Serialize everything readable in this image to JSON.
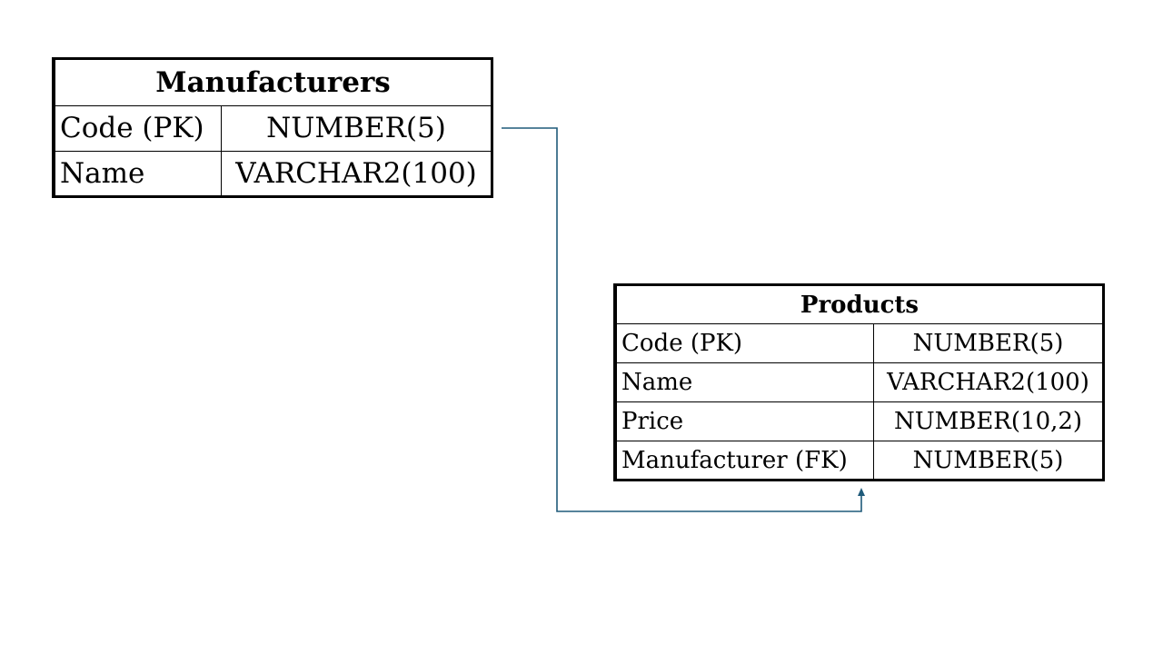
{
  "diagram": {
    "connector_color": "#1f5a7a",
    "tables": [
      {
        "name": "Manufacturers",
        "columns": [
          {
            "name": "Code (PK)",
            "type": "NUMBER(5)"
          },
          {
            "name": "Name",
            "type": "VARCHAR2(100)"
          }
        ]
      },
      {
        "name": "Products",
        "columns": [
          {
            "name": "Code (PK)",
            "type": "NUMBER(5)"
          },
          {
            "name": "Name",
            "type": "VARCHAR2(100)"
          },
          {
            "name": "Price",
            "type": "NUMBER(10,2)"
          },
          {
            "name": "Manufacturer (FK)",
            "type": "NUMBER(5)"
          }
        ]
      }
    ]
  }
}
